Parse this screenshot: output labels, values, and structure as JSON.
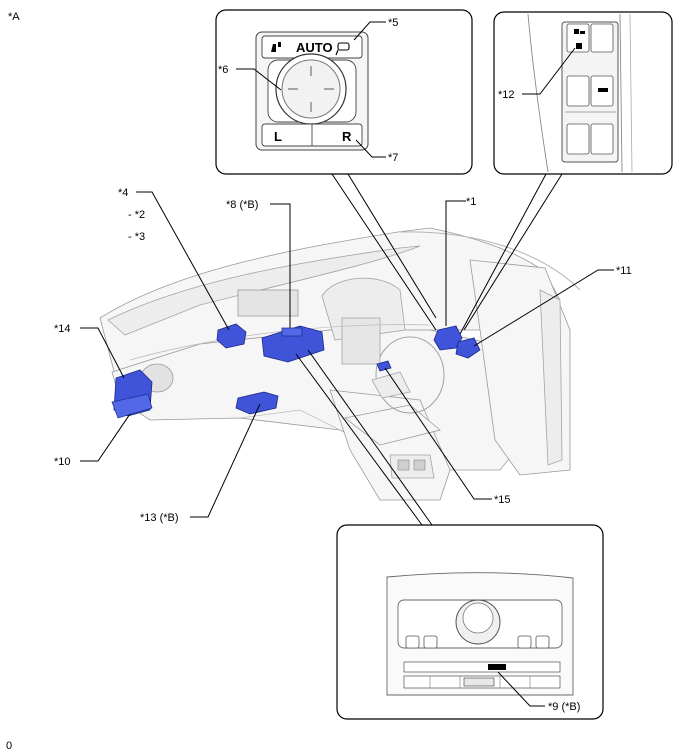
{
  "figure": {
    "view_label": "*A",
    "corner_mark": "0"
  },
  "callouts": {
    "c1": "*1",
    "c2": "- *2",
    "c3": "- *3",
    "c4": "*4",
    "c5": "*5",
    "c6": "*6",
    "c7": "*7",
    "c8": "*8 (*B)",
    "c9": "*9 (*B)",
    "c10": "*10",
    "c11": "*11",
    "c12": "*12",
    "c13": "*13 (*B)",
    "c14": "*14",
    "c15": "*15"
  },
  "mirror_switch": {
    "auto": "AUTO",
    "left": "L",
    "right": "R"
  },
  "colors": {
    "highlight_part": "#3f54d8",
    "line": "#000000",
    "dashboard_shade": "#efefef"
  }
}
